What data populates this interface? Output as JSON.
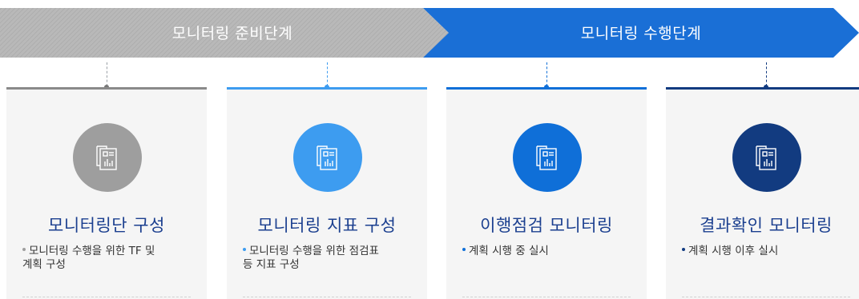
{
  "phases": {
    "prep": {
      "label": "모니터링 준비단계",
      "color": "#b5b5b5"
    },
    "exec": {
      "label": "모니터링 수행단계",
      "color": "#1a6fd6"
    }
  },
  "steps": [
    {
      "title": "모니터링단 구성",
      "desc_lines": [
        "모니터링 수행을 위한 TF 및",
        "계획 구성"
      ],
      "color": "#9e9e9e",
      "title_color": "#1b3f8f",
      "accent": "#8a8a8a",
      "icon": "report-document-icon"
    },
    {
      "title": "모니터링 지표 구성",
      "desc_lines": [
        "모니터링 수행을 위한 점검표",
        "등 지표 구성"
      ],
      "color": "#3d9cf0",
      "title_color": "#1b3f8f",
      "accent": "#3d9cf0",
      "icon": "report-document-icon"
    },
    {
      "title": "이행점검 모니터링",
      "desc_lines": [
        "계획 시행 중 실시"
      ],
      "color": "#0f6fd8",
      "title_color": "#1b3f8f",
      "accent": "#0f6fd8",
      "icon": "report-document-icon"
    },
    {
      "title": "결과확인 모니터링",
      "desc_lines": [
        "계획 시행 이후 실시"
      ],
      "color": "#123b80",
      "title_color": "#1b3f8f",
      "accent": "#123b80",
      "icon": "report-document-icon"
    }
  ]
}
